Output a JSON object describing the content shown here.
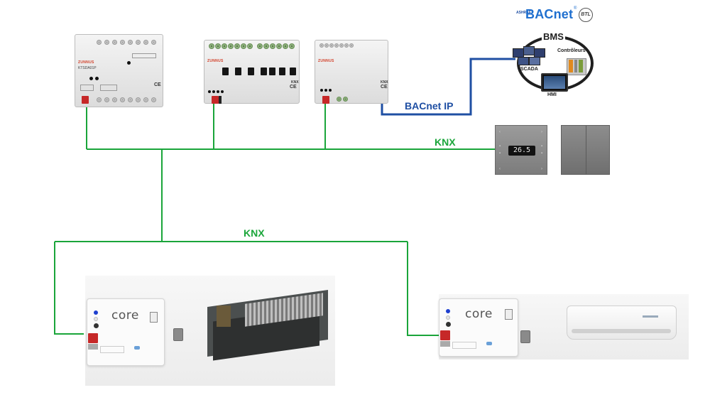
{
  "labels": {
    "bacnet_ip": "BACnet IP",
    "knx_upper": "KNX",
    "knx_lower": "KNX"
  },
  "bms": {
    "title": "BMS",
    "scada": "SCADA",
    "controllers": "Contrôleurs",
    "hmi": "HMI"
  },
  "bacnet_logo": {
    "ashrae": "ASHRAE",
    "name": "BACnet",
    "registered": "®",
    "btl": "BTL"
  },
  "modules": {
    "m1": {
      "brand": "ZUNNUS",
      "model": "KTSDA01P",
      "ce": "CE"
    },
    "m2": {
      "brand": "ZUNNUS",
      "ce": "CE",
      "knx": "KNX"
    },
    "m3": {
      "brand": "ZUNNUS",
      "ce": "CE",
      "knx": "KNX"
    }
  },
  "thermostat": {
    "display": "26.5"
  },
  "gateways": {
    "left": {
      "logo": "core"
    },
    "right": {
      "logo": "core"
    }
  },
  "colors": {
    "knx_wire": "#1aa53a",
    "bacnet_wire": "#1f4fa3",
    "bacnet_logo": "#1f6fcf"
  }
}
